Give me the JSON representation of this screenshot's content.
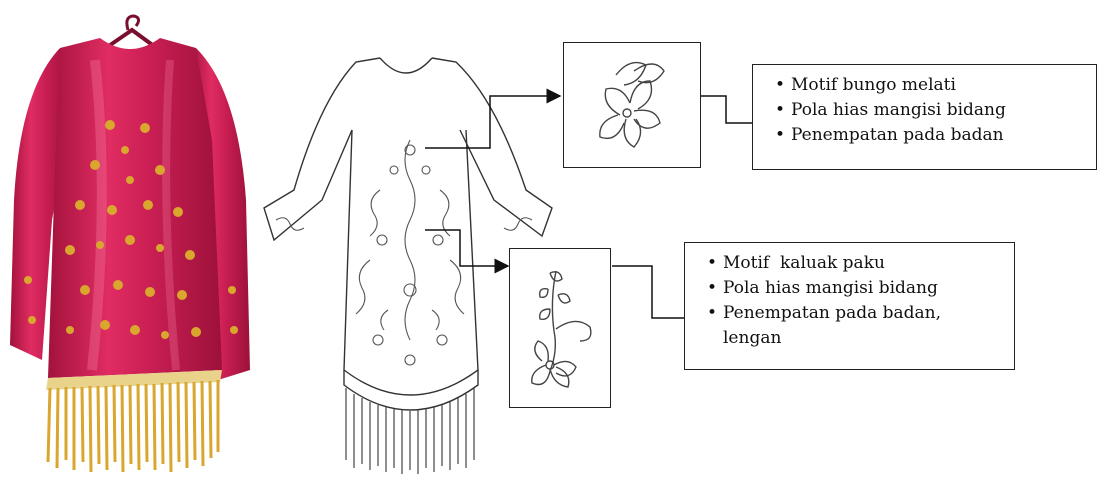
{
  "photo": {
    "icon": "kebaya-photo-icon",
    "fabric_color": "#c81e53",
    "tassel_color": "#d9a62e"
  },
  "sketch": {
    "icon": "dress-sketch-icon"
  },
  "callouts": [
    {
      "detail_icon": "melati-flower-icon",
      "items": [
        "Motif bungo melati",
        "Pola hias mangisi bidang",
        "Penempatan pada badan"
      ]
    },
    {
      "detail_icon": "kaluak-paku-icon",
      "items": [
        "Motif  kaluak paku",
        "Pola hias mangisi bidang",
        "Penempatan pada badan, lengan"
      ]
    }
  ]
}
